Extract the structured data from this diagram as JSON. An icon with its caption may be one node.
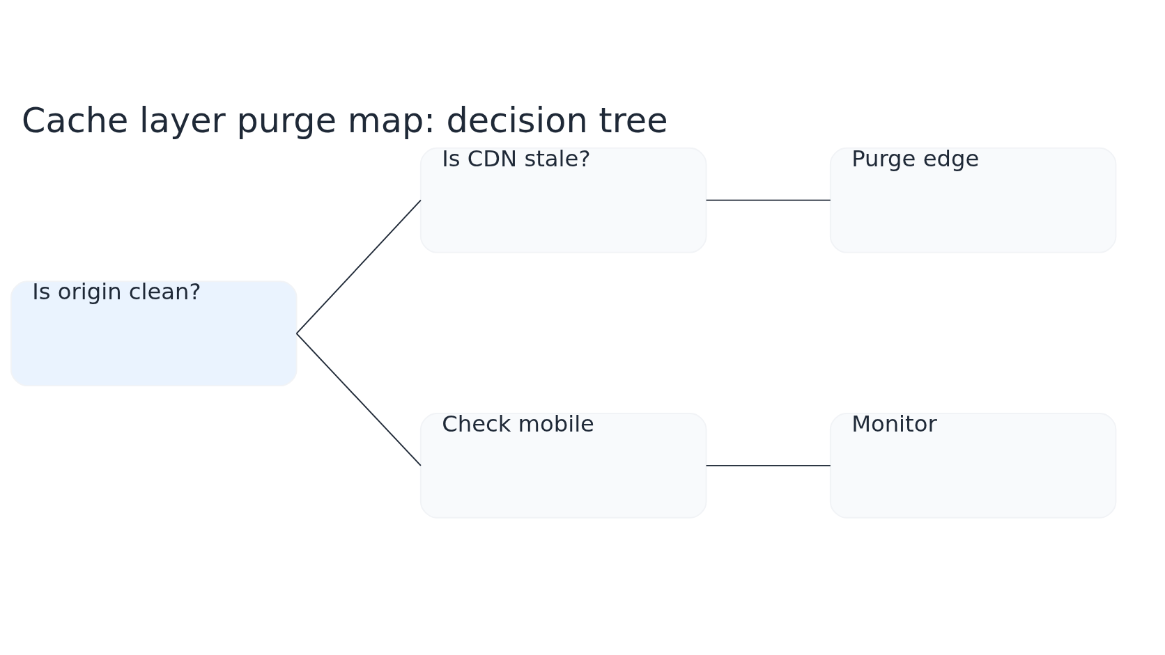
{
  "diagram": {
    "title": "Cache layer purge map: decision tree",
    "nodes": [
      {
        "text": [
          "Is origin clean?"
        ]
      },
      {
        "text": [
          "Is CDN stale?"
        ]
      },
      {
        "text": [
          "Purge edge"
        ]
      },
      {
        "text": [
          "Check mobile"
        ]
      },
      {
        "text": [
          "Monitor"
        ]
      }
    ],
    "edges": [
      {
        "from": 0,
        "to": 1,
        "arrow": "none"
      },
      {
        "from": 0,
        "to": 3,
        "arrow": "none"
      },
      {
        "from": 1,
        "to": 2,
        "arrow": "none"
      },
      {
        "from": 3,
        "to": 4,
        "arrow": "none"
      }
    ]
  }
}
